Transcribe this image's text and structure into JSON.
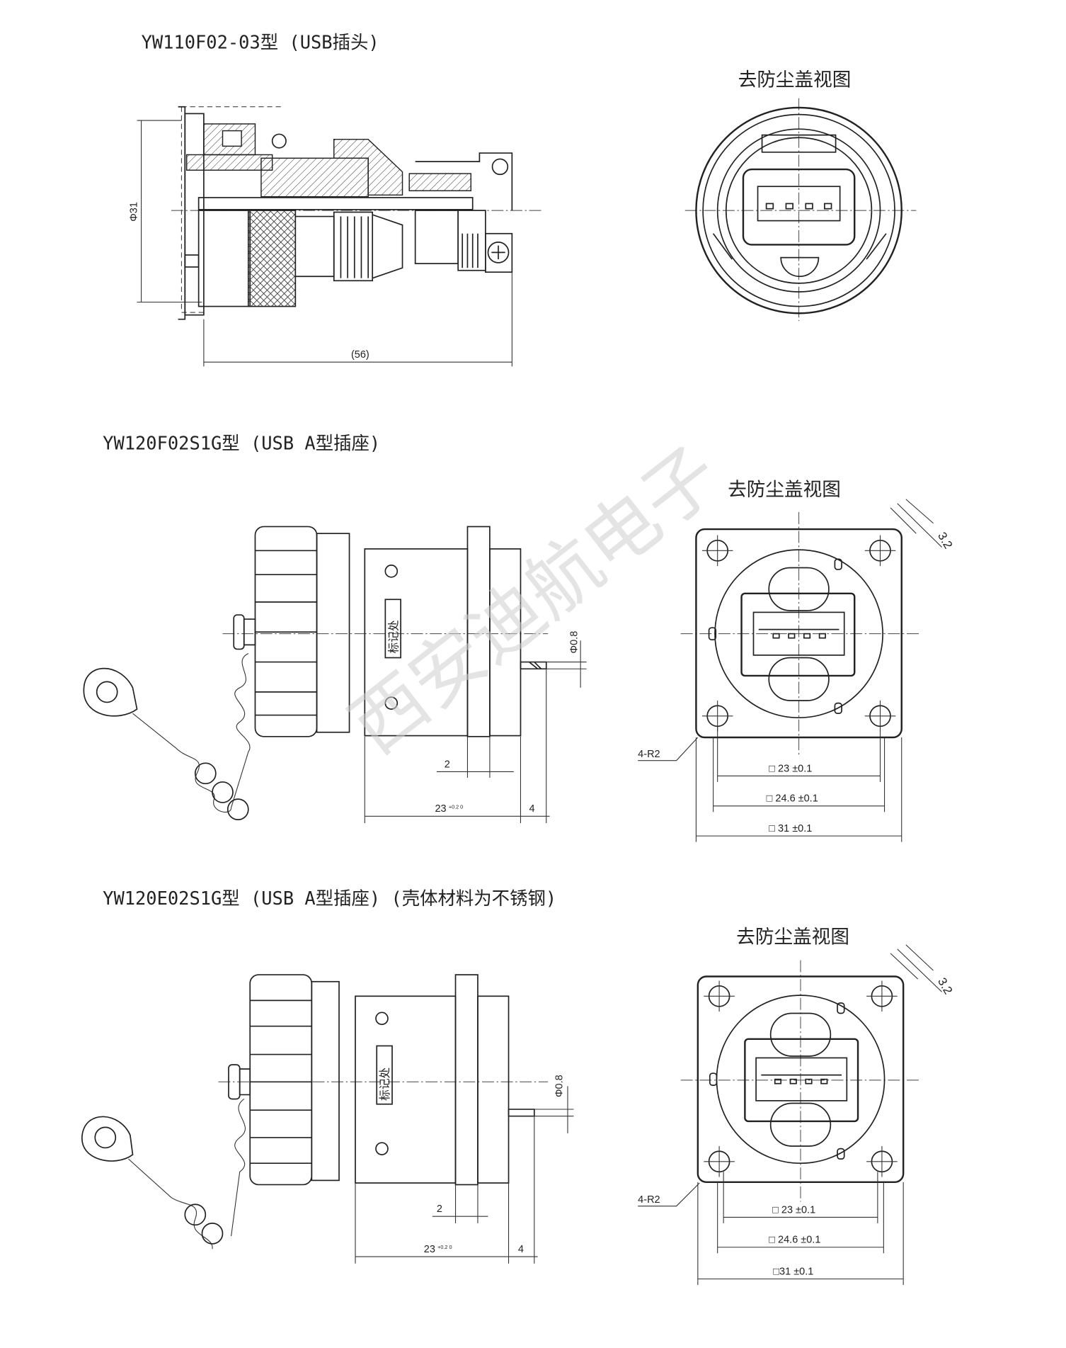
{
  "watermark": "西安迪航电子",
  "sections": [
    {
      "title": "YW110F02-03型 (USB插头)",
      "view_label": "去防尘盖视图",
      "dims": {
        "diameter": "Φ31",
        "length": "(56)"
      }
    },
    {
      "title": "YW120F02S1G型 (USB A型插座)",
      "view_label": "去防尘盖视图",
      "marking": "标记处",
      "dims": {
        "pin_dia": "Φ0.8",
        "flange": "2",
        "body_len": "23",
        "body_tol": "+0.2 0",
        "tail": "4",
        "radius": "4-R2",
        "hole_size": "3.2",
        "sq1": "□ 23 ±0.1",
        "sq2": "□ 24.6 ±0.1",
        "sq3": "□ 31 ±0.1"
      }
    },
    {
      "title": "YW120E02S1G型 (USB A型插座) (壳体材料为不锈钢)",
      "view_label": "去防尘盖视图",
      "marking": "标记处",
      "dims": {
        "pin_dia": "Φ0.8",
        "flange": "2",
        "body_len": "23",
        "body_tol": "+0.2 0",
        "tail": "4",
        "radius": "4-R2",
        "hole_size": "3.2",
        "sq1": "□ 23 ±0.1",
        "sq2": "□ 24.6 ±0.1",
        "sq3": "□31 ±0.1"
      }
    }
  ]
}
